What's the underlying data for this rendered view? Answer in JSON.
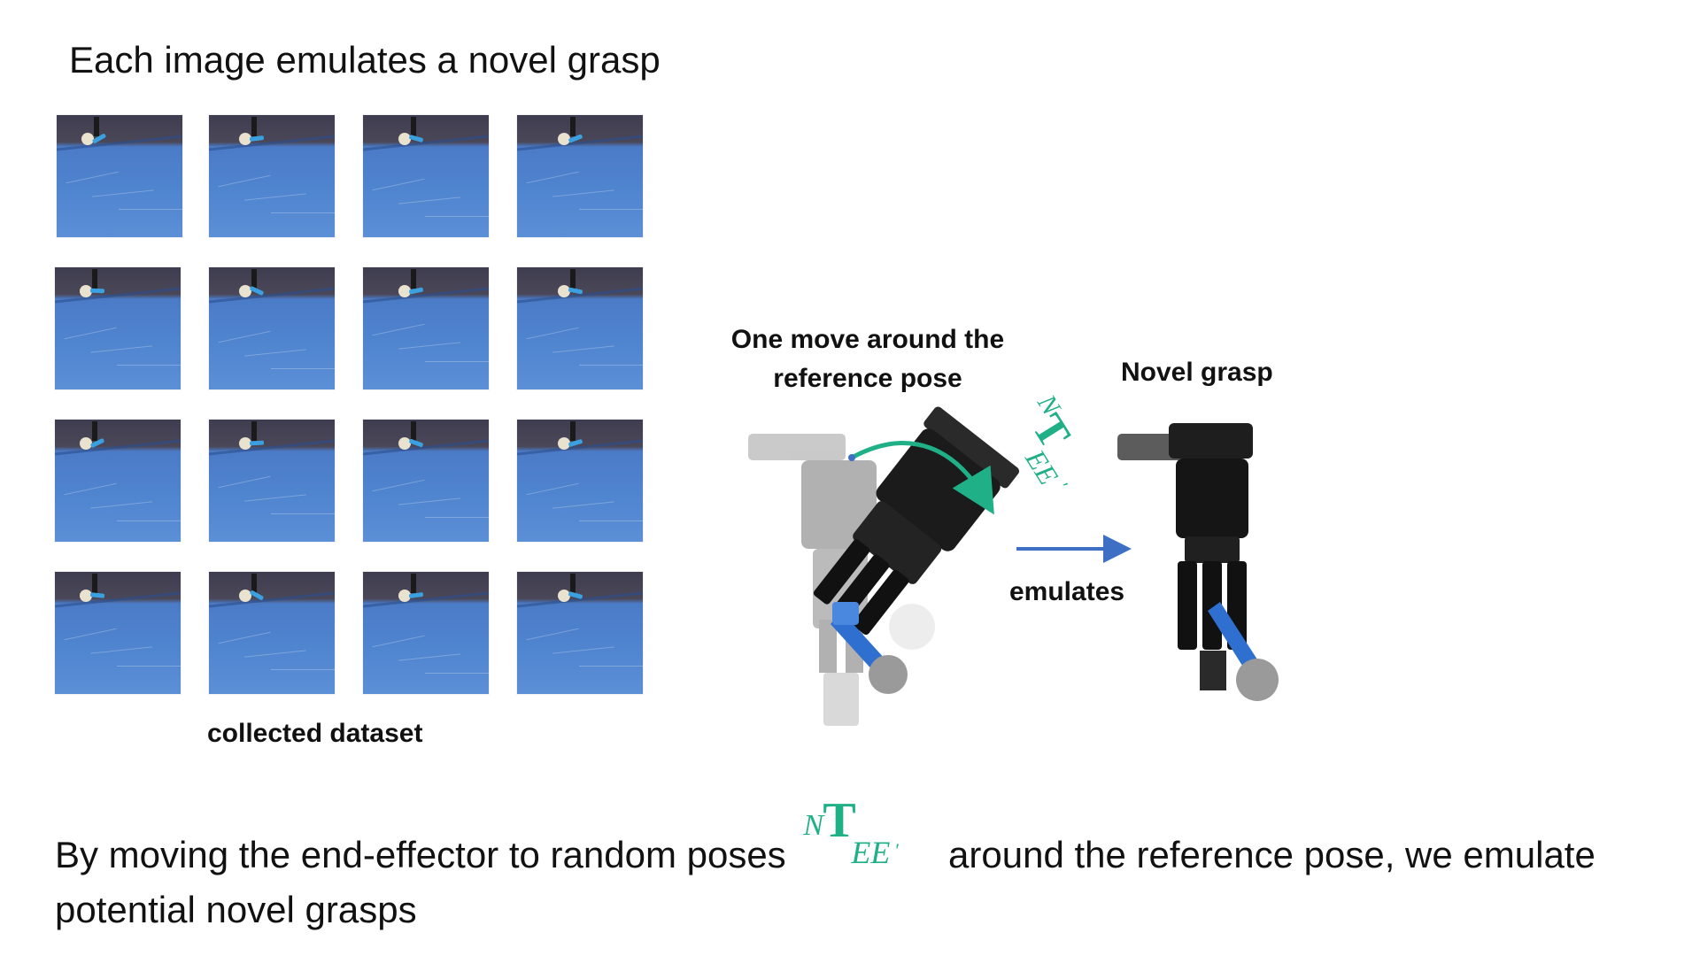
{
  "title": "Each image emulates a novel grasp",
  "dataset_caption": "collected dataset",
  "diagram": {
    "move_caption_line1": "One move around the",
    "move_caption_line2": "reference pose",
    "novel_grasp_label": "Novel grasp",
    "emulates_label": "emulates",
    "transform": {
      "superscript": "N",
      "symbol": "T",
      "subscript": "EE",
      "prime": "′"
    }
  },
  "bottom": {
    "text_before": "By moving the end-effector to random poses",
    "text_after": "around the reference pose, we emulate",
    "text_line2": "potential novel grasps"
  },
  "thumbnails": [
    {
      "id": 1
    },
    {
      "id": 2
    },
    {
      "id": 3
    },
    {
      "id": 4
    },
    {
      "id": 5
    },
    {
      "id": 6
    },
    {
      "id": 7
    },
    {
      "id": 8
    },
    {
      "id": 9
    },
    {
      "id": 10
    },
    {
      "id": 11
    },
    {
      "id": 12
    },
    {
      "id": 13
    },
    {
      "id": 14
    },
    {
      "id": 15
    },
    {
      "id": 16
    }
  ],
  "colors": {
    "accent_green": "#1fb088",
    "arrow_blue": "#3d6fc4",
    "tablecloth_blue": "#4f84cf",
    "gripper_dark": "#1b1b1b",
    "tool_blue": "#2f6fd0"
  }
}
